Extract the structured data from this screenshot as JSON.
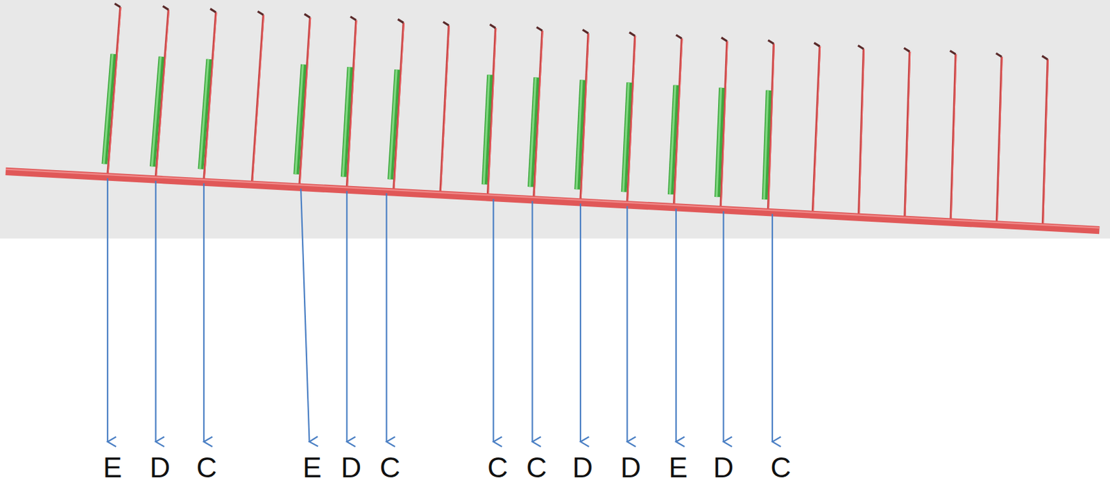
{
  "diagram": {
    "labels": [
      "E",
      "D",
      "C",
      "E",
      "D",
      "C",
      "C",
      "C",
      "D",
      "D",
      "E",
      "D",
      "C"
    ]
  }
}
